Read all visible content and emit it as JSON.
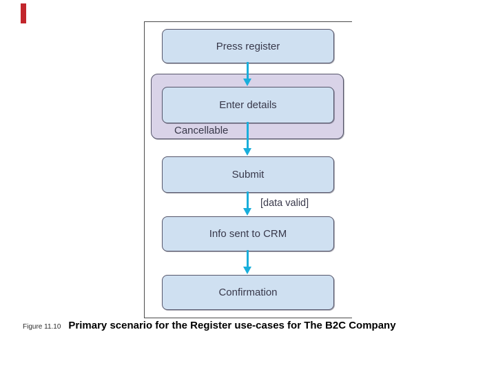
{
  "figure": {
    "label": "Figure 11.10",
    "caption": "Primary scenario for the Register use-cases for The B2C Company"
  },
  "diagram": {
    "type": "activity-flowchart",
    "nodes": [
      {
        "label": "Press register"
      },
      {
        "label": "Enter details"
      },
      {
        "label": "Submit"
      },
      {
        "label": "Info sent to CRM"
      },
      {
        "label": "Confirmation"
      }
    ],
    "container": {
      "label": "Cancellable",
      "contains": "Enter details"
    },
    "edges": [
      {
        "from": "Press register",
        "to": "Enter details",
        "guard": ""
      },
      {
        "from": "Enter details",
        "to": "Submit",
        "guard": ""
      },
      {
        "from": "Submit",
        "to": "Info sent to CRM",
        "guard": "[data valid]"
      },
      {
        "from": "Info sent to CRM",
        "to": "Confirmation",
        "guard": ""
      }
    ],
    "guard_label": "[data valid]",
    "colors": {
      "node_fill": "#cfe0f1",
      "node_border": "#55556a",
      "node_text": "#38384a",
      "container_fill": "#d9d3e8",
      "arrow": "#19aedb",
      "panel_border": "#4a4a4a",
      "accent_bar": "#c2262c"
    }
  }
}
